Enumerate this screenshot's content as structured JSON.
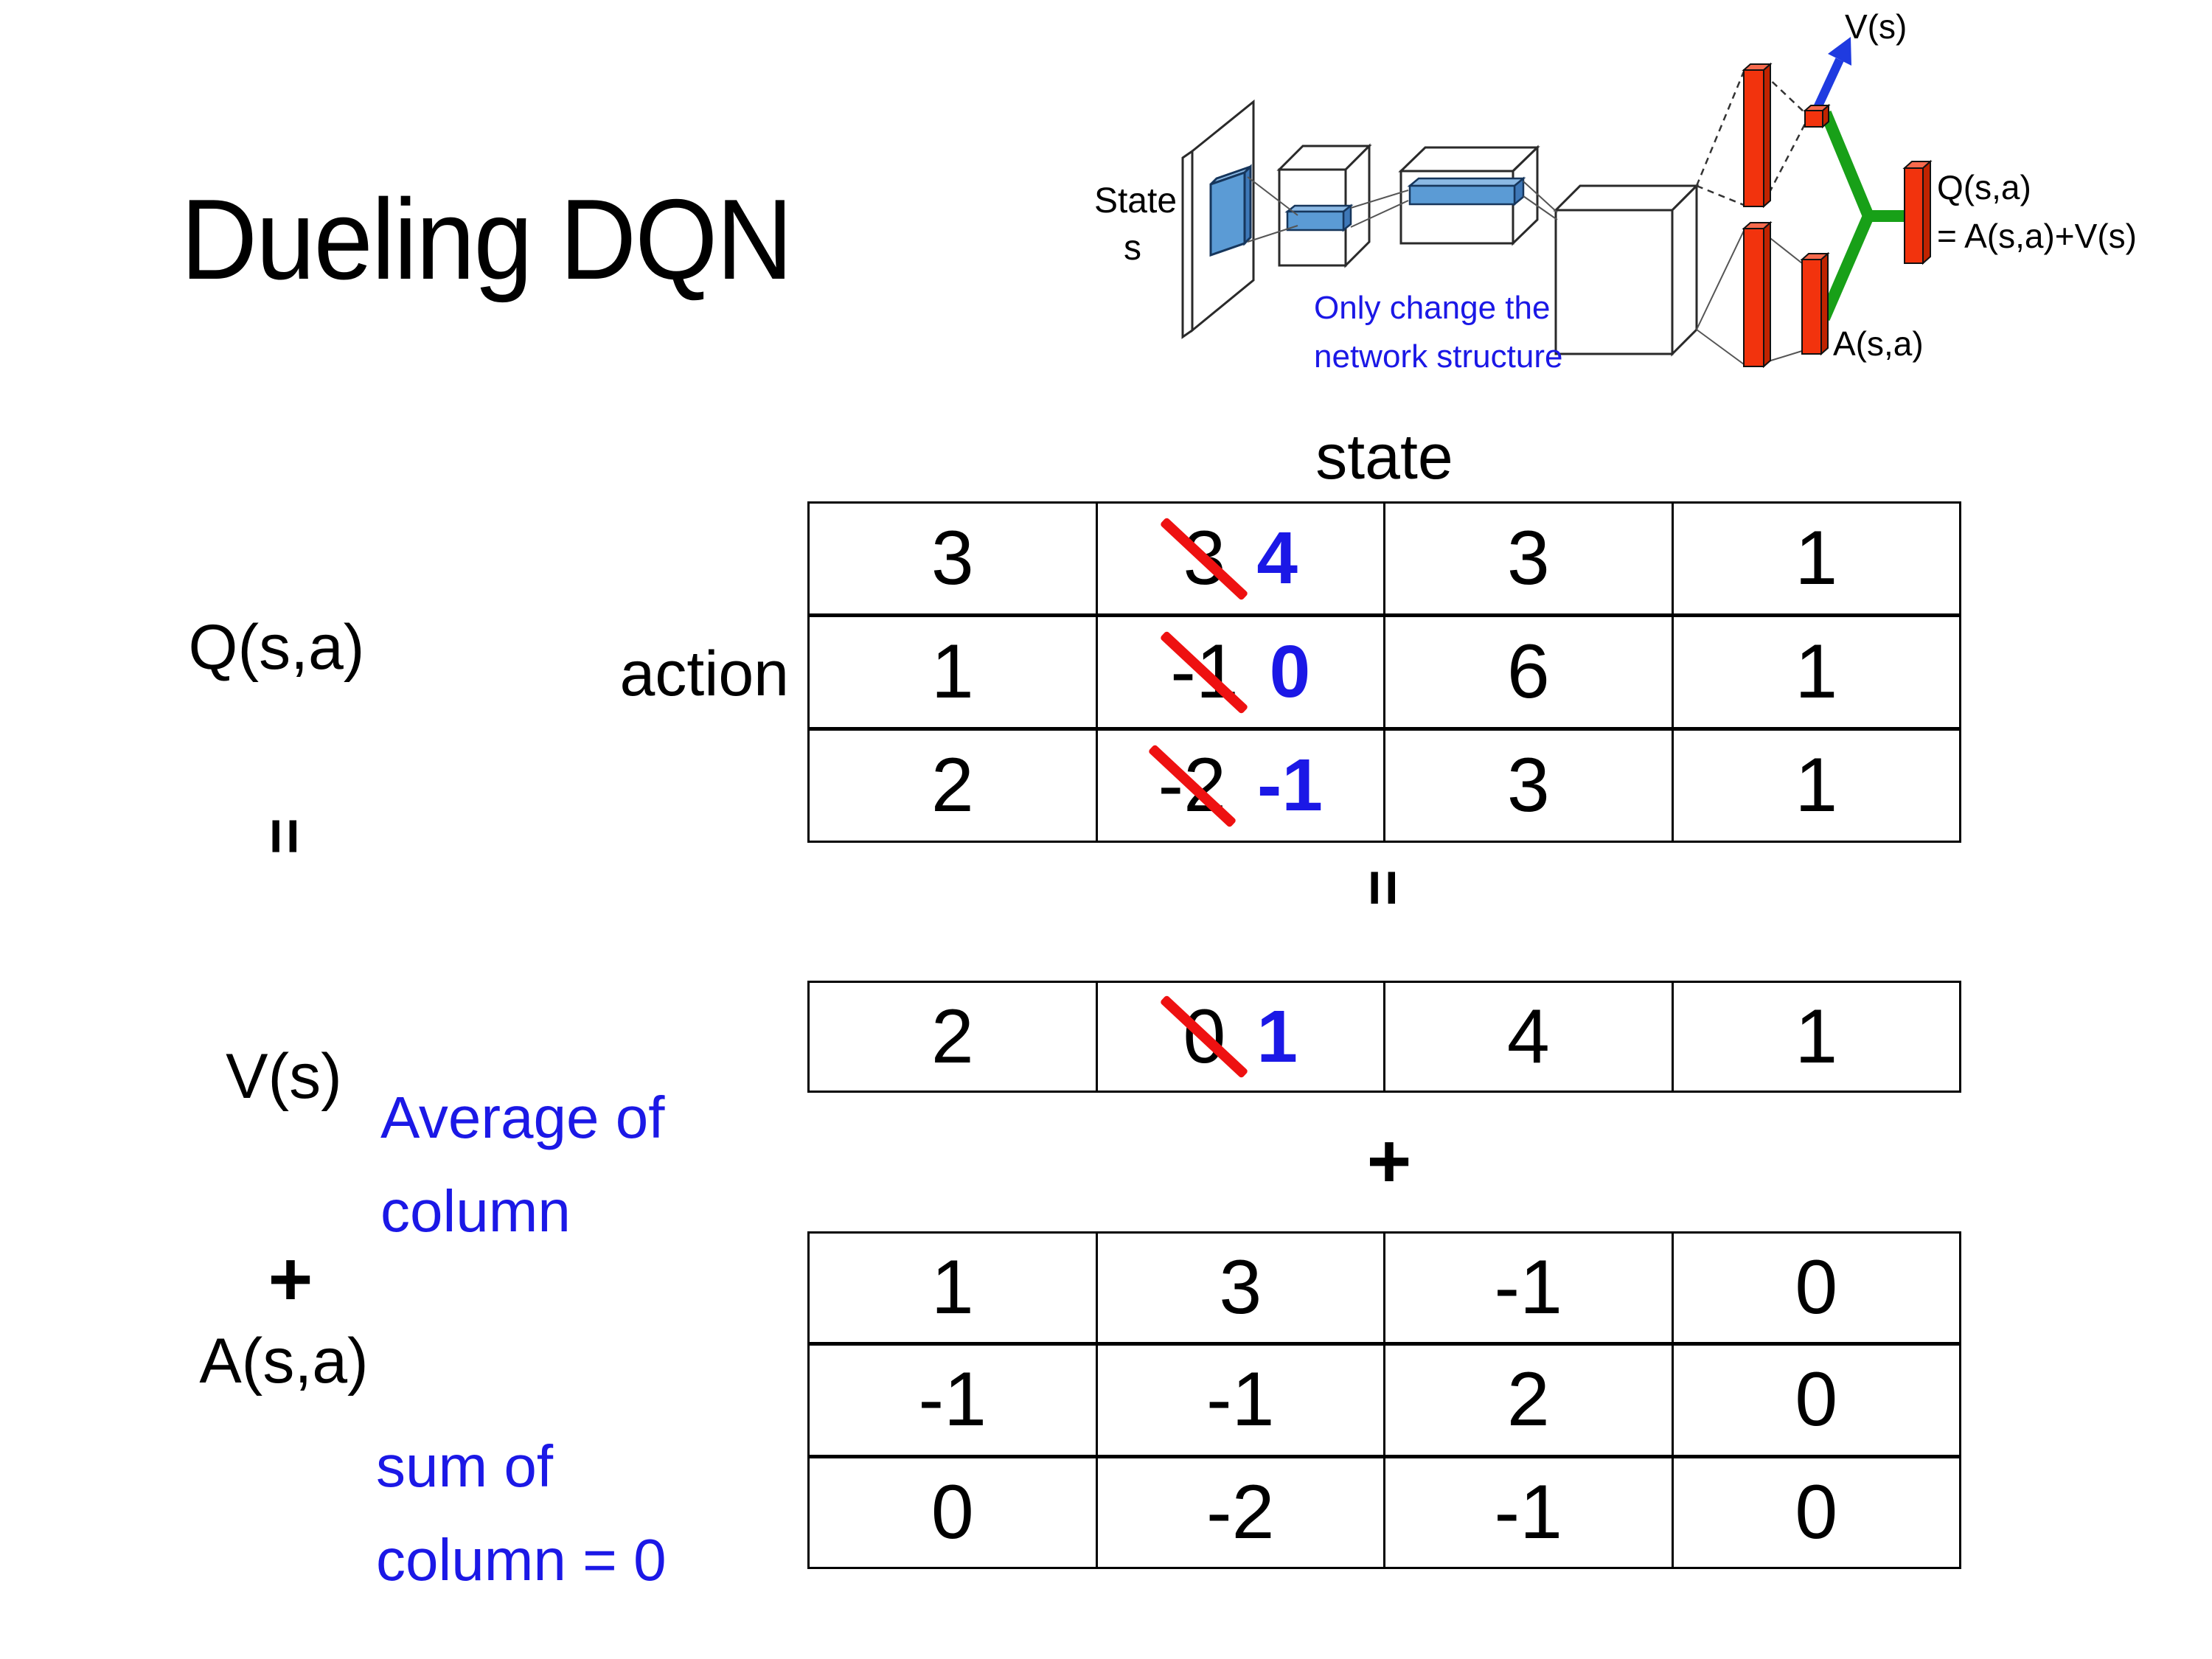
{
  "slide": {
    "title": "Dueling DQN"
  },
  "diagram": {
    "state_label_line1": "State",
    "state_label_line2": "s",
    "note_line1": "Only change the",
    "note_line2": "network structure",
    "v_output_label": "V(s)",
    "q_output_label": "Q(s,a)",
    "q_output_formula": "= A(s,a)+V(s)",
    "a_output_label": "A(s,a)"
  },
  "equation": {
    "q_label": "Q(s,a)",
    "equals": "=",
    "v_label": "V(s)",
    "avg_note_line1": "Average of",
    "avg_note_line2": "column",
    "plus": "+",
    "a_label": "A(s,a)",
    "sum_note_line1": "sum of",
    "sum_note_line2": "column = 0",
    "state_header": "state",
    "action_header": "action",
    "mid_equals": "=",
    "mid_plus": "+"
  },
  "q_table": {
    "rows": [
      [
        "3",
        {
          "old": "3",
          "new": "4"
        },
        "3",
        "1"
      ],
      [
        "1",
        {
          "old": "-1",
          "new": "0"
        },
        "6",
        "1"
      ],
      [
        "2",
        {
          "old": "-2",
          "new": "-1"
        },
        "3",
        "1"
      ]
    ]
  },
  "v_row": [
    "2",
    {
      "old": "0",
      "new": "1"
    },
    "4",
    "1"
  ],
  "a_table": {
    "rows": [
      [
        "1",
        "3",
        "-1",
        "0"
      ],
      [
        "-1",
        "-1",
        "2",
        "0"
      ],
      [
        "0",
        "-2",
        "-1",
        "0"
      ]
    ]
  },
  "colors": {
    "accent_blue": "#1B18E6",
    "cross_red": "#EE1111",
    "bar_red": "#F2330D",
    "stream_green": "#18A018",
    "conv_blue": "#5B9BD5"
  }
}
